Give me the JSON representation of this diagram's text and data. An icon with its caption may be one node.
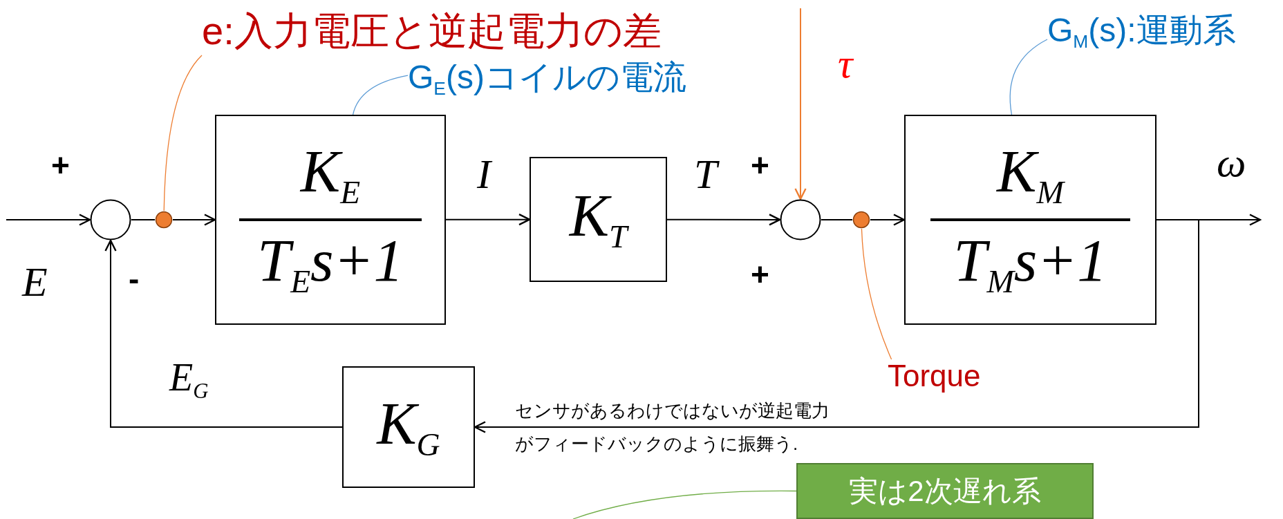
{
  "diagram": {
    "nodes": [
      {
        "text": [],
        "shape": "circle"
      },
      {
        "text": [],
        "shape": "circle"
      },
      {
        "text": [
          "K$_{E}$",
          "T$_{E}$s+1"
        ]
      },
      {
        "text": [
          "K$_{T}$"
        ]
      },
      {
        "text": [],
        "shape": "circle"
      },
      {
        "text": [],
        "shape": "circle"
      },
      {
        "text": [
          "K$_{M}$",
          "T$_{M}$s+1"
        ]
      },
      {
        "text": [
          "K$_{G}$"
        ]
      },
      {
        "text": [
          "e:入力電圧と逆起電力の差"
        ]
      },
      {
        "text": [
          "G$_{E}$(s)コイルの電流"
        ]
      },
      {
        "text": [
          "G$_{M}$(s):運動系"
        ]
      },
      {
        "text": [
          "Torque"
        ]
      },
      {
        "text": [
          "実は2次遅れ系"
        ]
      }
    ],
    "edges": [
      {
        "from": null,
        "to": 0,
        "arrow": "to",
        "label": "E"
      },
      {
        "from": 0,
        "to": 1,
        "arrow": "none"
      },
      {
        "from": 1,
        "to": 2,
        "arrow": "to"
      },
      {
        "from": 2,
        "to": 3,
        "arrow": "to",
        "label": "I"
      },
      {
        "from": 3,
        "to": 4,
        "arrow": "to",
        "label": "T"
      },
      {
        "from": null,
        "to": 4,
        "arrow": "to",
        "label": "τ",
        "color": "#ed7d31"
      },
      {
        "from": 4,
        "to": 5,
        "arrow": "none"
      },
      {
        "from": 5,
        "to": 6,
        "arrow": "to"
      },
      {
        "from": 6,
        "to": null,
        "arrow": "to",
        "label": "ω"
      },
      {
        "from": 6,
        "to": 7,
        "arrow": "to"
      },
      {
        "from": 7,
        "to": 0,
        "arrow": "to",
        "label": "E$_{G}$"
      },
      {
        "from": 8,
        "to": 1,
        "arrow": "none",
        "color": "#ed7d31"
      },
      {
        "from": 9,
        "to": 2,
        "arrow": "none",
        "color": "#5b9bd5"
      },
      {
        "from": 10,
        "to": 6,
        "arrow": "none",
        "color": "#5b9bd5"
      },
      {
        "from": 11,
        "to": 5,
        "arrow": "none",
        "color": "#ed7d31"
      },
      {
        "from": 12,
        "to": null,
        "arrow": "none",
        "color": "#70ad47"
      }
    ],
    "labels": [
      "+",
      "+",
      "-",
      "+",
      "センサがあるわけではないが逆起電力がフィードバックのように振舞う."
    ]
  }
}
